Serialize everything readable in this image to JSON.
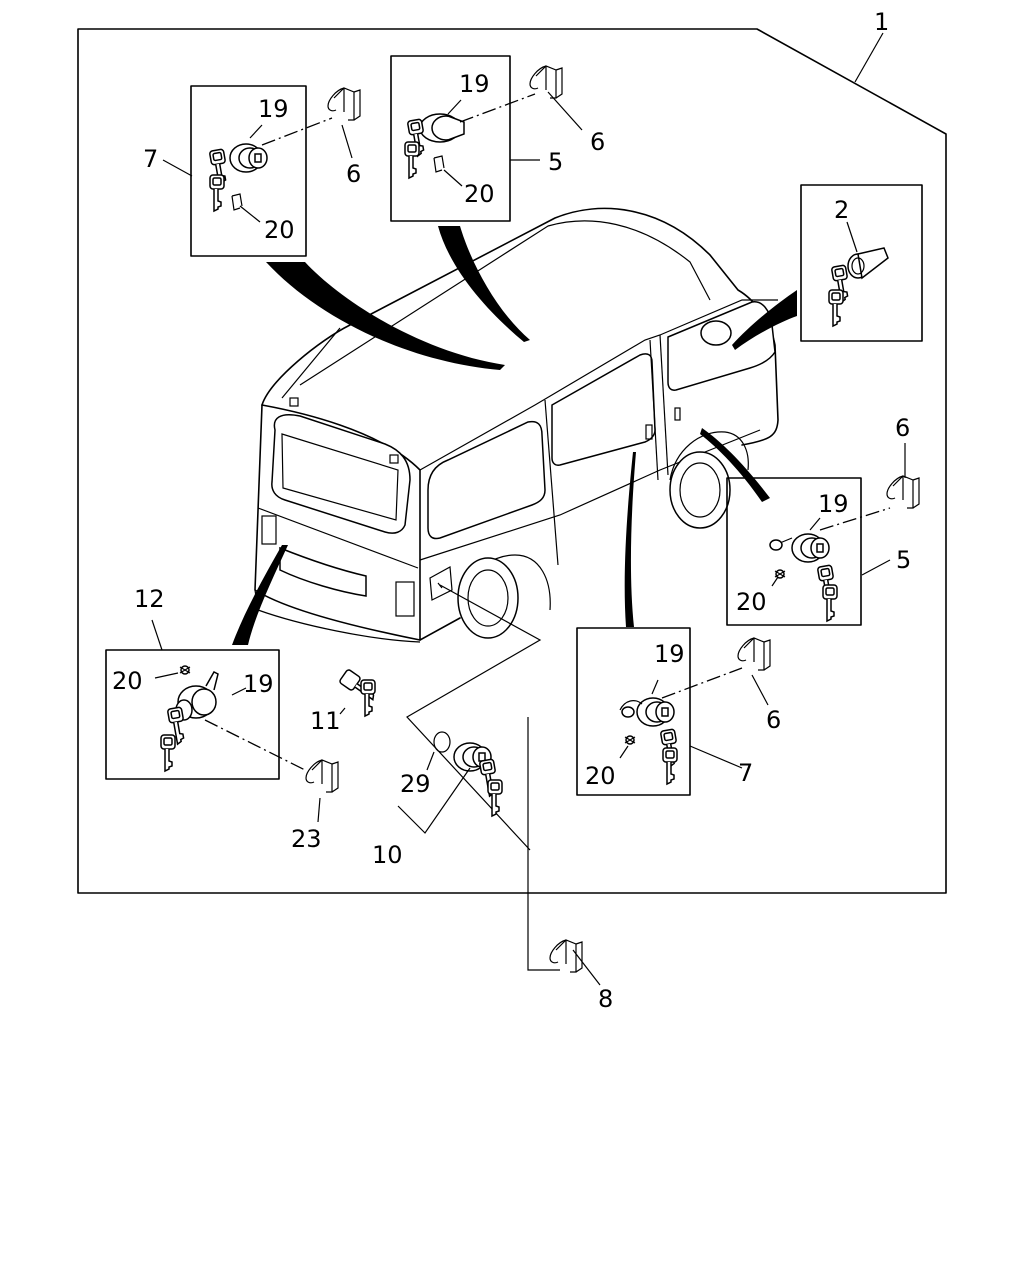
{
  "callouts": {
    "c1": "1",
    "c2": "2",
    "c5a": "5",
    "c5b": "5",
    "c6a": "6",
    "c6b": "6",
    "c6c": "6",
    "c6d": "6",
    "c7a": "7",
    "c7b": "7",
    "c8": "8",
    "c10": "10",
    "c11": "11",
    "c12": "12",
    "c19a": "19",
    "c19b": "19",
    "c19c": "19",
    "c19d": "19",
    "c19e": "19",
    "c20a": "20",
    "c20b": "20",
    "c20c": "20",
    "c20d": "20",
    "c20e": "20",
    "c23": "23",
    "c29": "29"
  },
  "icons": {
    "van": "van-icon",
    "lock_cylinder": "lock-cylinder-icon",
    "key": "key-icon",
    "clip": "clip-icon",
    "screw": "screw-icon",
    "o_ring": "o-ring-icon"
  }
}
